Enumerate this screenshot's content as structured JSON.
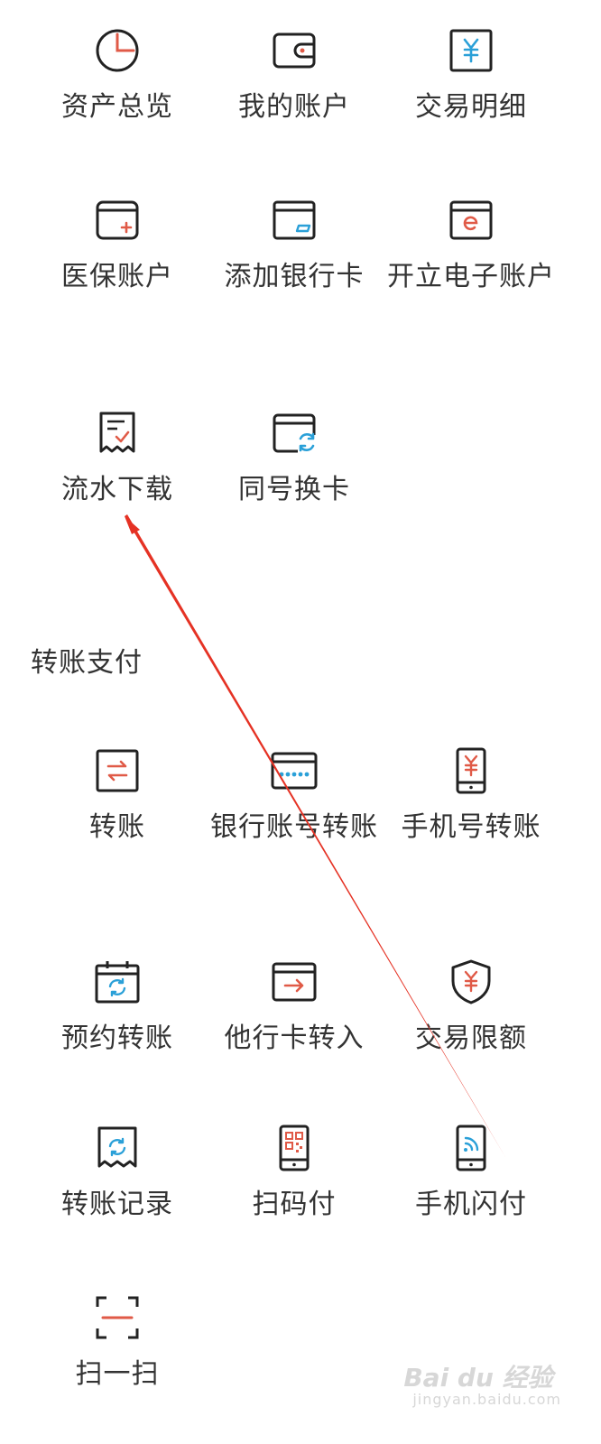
{
  "colors": {
    "ink": "#222222",
    "accent_red": "#e05a47",
    "accent_blue": "#2aa0d8",
    "annotation_arrow": "#e53224",
    "label": "#333333"
  },
  "account_section": {
    "items": [
      {
        "label": "资产总览",
        "icon": "pie-chart-icon"
      },
      {
        "label": "我的账户",
        "icon": "wallet-icon"
      },
      {
        "label": "交易明细",
        "icon": "yuan-receipt-icon"
      },
      {
        "label": "医保账户",
        "icon": "medical-card-icon"
      },
      {
        "label": "添加银行卡",
        "icon": "add-card-icon"
      },
      {
        "label": "开立电子账户",
        "icon": "e-card-icon"
      },
      {
        "label": "流水下载",
        "icon": "statement-download-icon"
      },
      {
        "label": "同号换卡",
        "icon": "card-swap-icon"
      }
    ]
  },
  "transfer_section": {
    "title": "转账支付",
    "items": [
      {
        "label": "转账",
        "icon": "transfer-arrows-icon"
      },
      {
        "label": "银行账号转账",
        "icon": "card-number-icon"
      },
      {
        "label": "手机号转账",
        "icon": "phone-yuan-icon"
      },
      {
        "label": "预约转账",
        "icon": "calendar-sync-icon"
      },
      {
        "label": "他行卡转入",
        "icon": "card-arrow-in-icon"
      },
      {
        "label": "交易限额",
        "icon": "shield-yuan-icon"
      },
      {
        "label": "转账记录",
        "icon": "receipt-sync-icon"
      },
      {
        "label": "扫码付",
        "icon": "qr-phone-icon"
      },
      {
        "label": "手机闪付",
        "icon": "nfc-phone-icon"
      },
      {
        "label": "扫一扫",
        "icon": "scan-icon"
      }
    ]
  },
  "watermark": {
    "main": "Bai du 经验",
    "sub": "jingyan.baidu.com"
  }
}
